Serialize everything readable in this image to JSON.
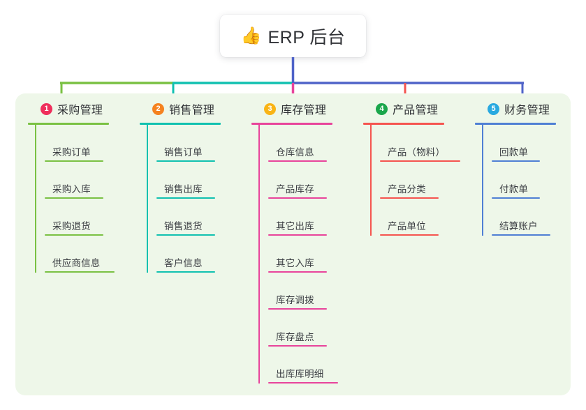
{
  "root": {
    "icon": "thumbs-up-icon",
    "emoji": "👍",
    "title": "ERP 后台"
  },
  "panel": {
    "background": "#eef7e9"
  },
  "connector_colors": {
    "segment_green": "#7ac143",
    "segment_teal": "#11c1b0",
    "segment_blue": "#4f63c8",
    "drop_purchase": "#7ac143",
    "drop_sales": "#11c1b0",
    "drop_inventory": "#e8449b",
    "drop_product": "#f5544f",
    "drop_finance": "#4f63c8"
  },
  "columns": [
    {
      "number": "1",
      "title": "采购管理",
      "badge_color": "#ef2f5c",
      "accent": "#7ac143",
      "items": [
        {
          "label": "采购订单"
        },
        {
          "label": "采购入库"
        },
        {
          "label": "采购退货"
        },
        {
          "label": "供应商信息"
        }
      ]
    },
    {
      "number": "2",
      "title": "销售管理",
      "badge_color": "#f5821f",
      "accent": "#11c1b0",
      "items": [
        {
          "label": "销售订单"
        },
        {
          "label": "销售出库"
        },
        {
          "label": "销售退货"
        },
        {
          "label": "客户信息"
        }
      ]
    },
    {
      "number": "3",
      "title": "库存管理",
      "badge_color": "#f9b416",
      "accent": "#e8449b",
      "items": [
        {
          "label": "仓库信息"
        },
        {
          "label": "产品库存"
        },
        {
          "label": "其它出库"
        },
        {
          "label": "其它入库"
        },
        {
          "label": "库存调拨"
        },
        {
          "label": "库存盘点"
        },
        {
          "label": "出库库明细"
        }
      ]
    },
    {
      "number": "4",
      "title": "产品管理",
      "badge_color": "#1aa64b",
      "accent": "#f5544f",
      "items": [
        {
          "label": "产品（物料）"
        },
        {
          "label": "产品分类"
        },
        {
          "label": "产品单位"
        }
      ]
    },
    {
      "number": "5",
      "title": "财务管理",
      "badge_color": "#29a9e0",
      "accent": "#4f7fd4",
      "items": [
        {
          "label": "回款单"
        },
        {
          "label": "付款单"
        },
        {
          "label": "结算账户"
        }
      ]
    }
  ]
}
